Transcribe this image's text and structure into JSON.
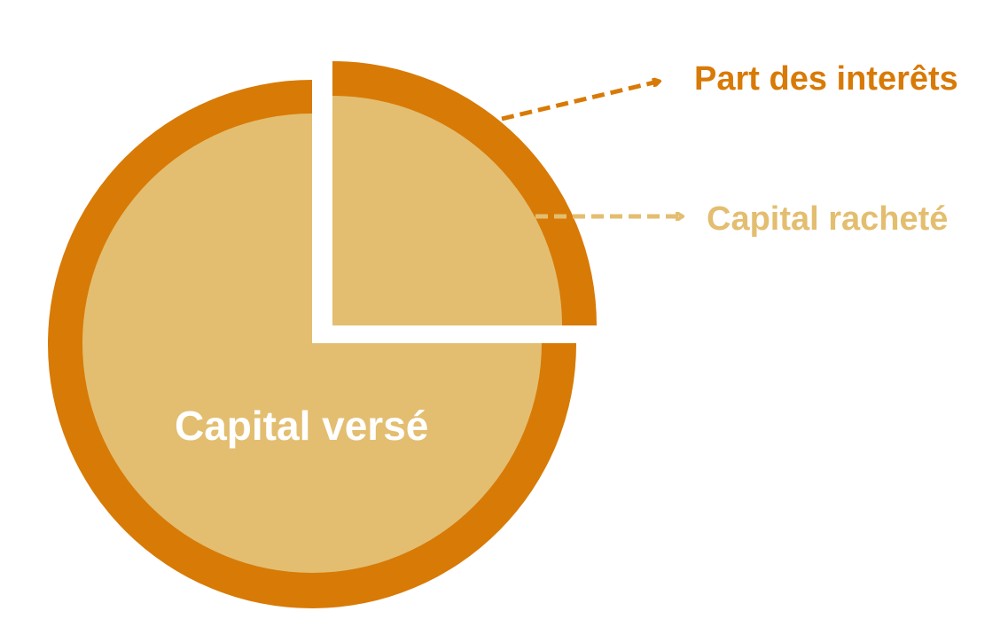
{
  "labels": {
    "interets": "Part des interêts",
    "capital_rachete": "Capital racheté",
    "capital_verse": "Capital versé"
  },
  "colors": {
    "ring": "#D87A06",
    "fill": "#E3BE70",
    "label_interets": "#D87A06",
    "label_rachete": "#E3BE70",
    "label_verse": "#FFFFFF"
  },
  "slices": {
    "capital_verse_fraction": 0.75,
    "capital_rachete_fraction": 0.25
  }
}
